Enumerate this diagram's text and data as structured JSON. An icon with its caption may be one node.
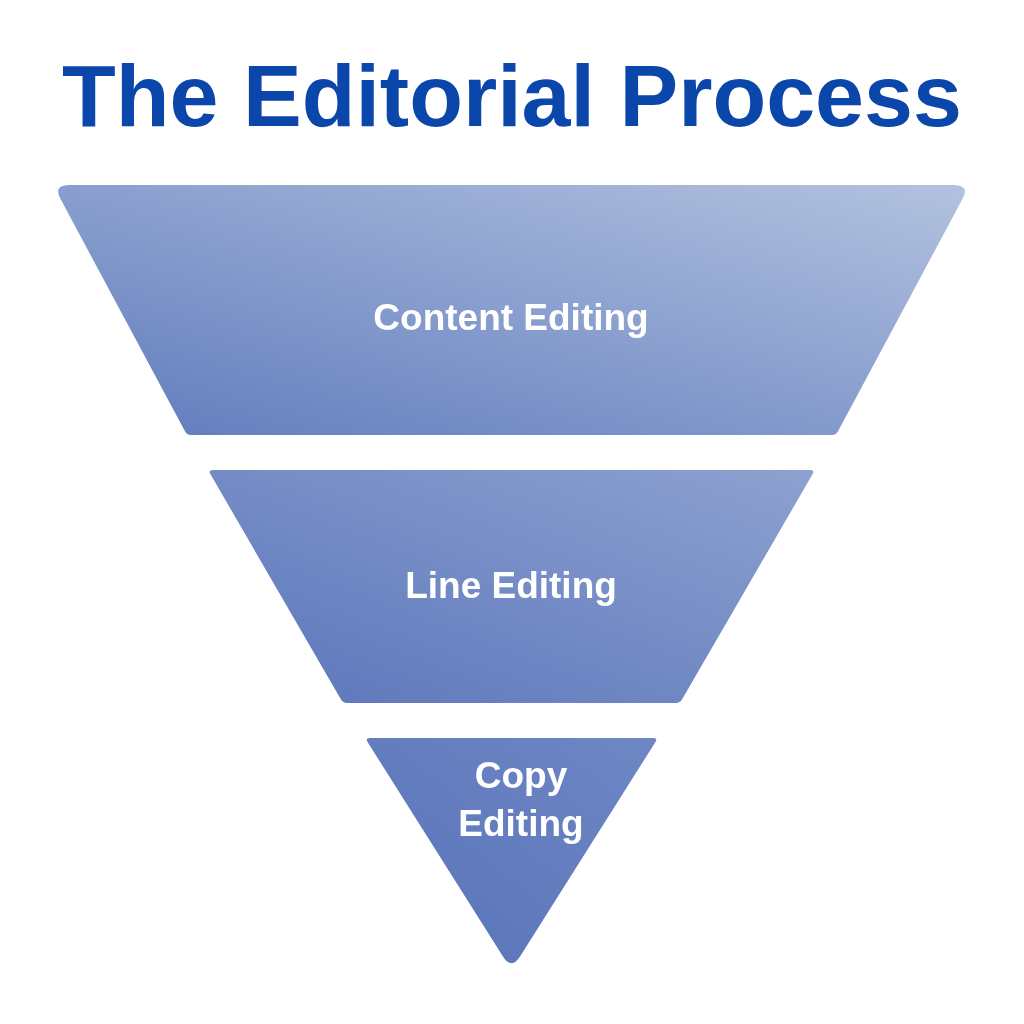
{
  "diagram": {
    "title": "The Editorial Process",
    "nodes": [
      {
        "text": [
          "Content Editing"
        ]
      },
      {
        "text": [
          "Line Editing"
        ]
      },
      {
        "text": [
          "Copy Editing"
        ]
      }
    ]
  }
}
